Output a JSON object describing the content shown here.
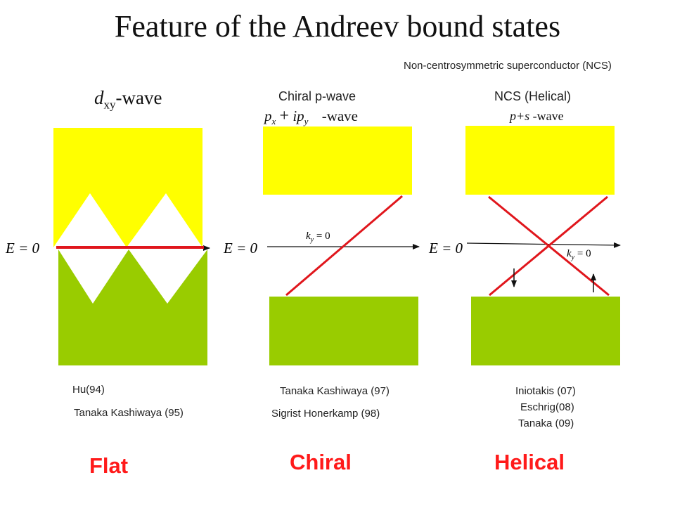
{
  "title": "Feature of the Andreev bound states",
  "ncs_note": "Non-centrosymmetric superconductor (NCS)",
  "colors": {
    "gap_top": "#ffff00",
    "gap_bottom": "#99cc00",
    "state_line": "#e0161c",
    "red_label": "#ff1a1a"
  },
  "panels": {
    "dxy": {
      "label_d": "d",
      "label_sub": "xy",
      "label_rest": "-wave",
      "axis_label": "E = 0",
      "refs": [
        "Hu(94)",
        "Tanaka Kashiwaya (95)"
      ],
      "category": "Flat"
    },
    "chiral": {
      "label_line1": "Chiral p-wave",
      "formula_px": "p",
      "formula_sub_x": "x",
      "formula_plus": "+",
      "formula_ipy": "ip",
      "formula_sub_y": "y",
      "formula_wave": "-wave",
      "axis_label": "E = 0",
      "ky_label": "k",
      "ky_sub": "y",
      "ky_eq": " = 0",
      "refs": [
        "Tanaka Kashiwaya (97)",
        "Sigrist Honerkamp (98)"
      ],
      "category": "Chiral"
    },
    "ncs": {
      "label_line1": "NCS (Helical)",
      "formula": "p+s",
      "formula_wave": "-wave",
      "axis_label": "E = 0",
      "ky_label": "k",
      "ky_sub": "y",
      "ky_eq": " = 0",
      "refs": [
        "Iniotakis (07)",
        "Eschrig(08)",
        "Tanaka (09)"
      ],
      "category": "Helical"
    }
  }
}
